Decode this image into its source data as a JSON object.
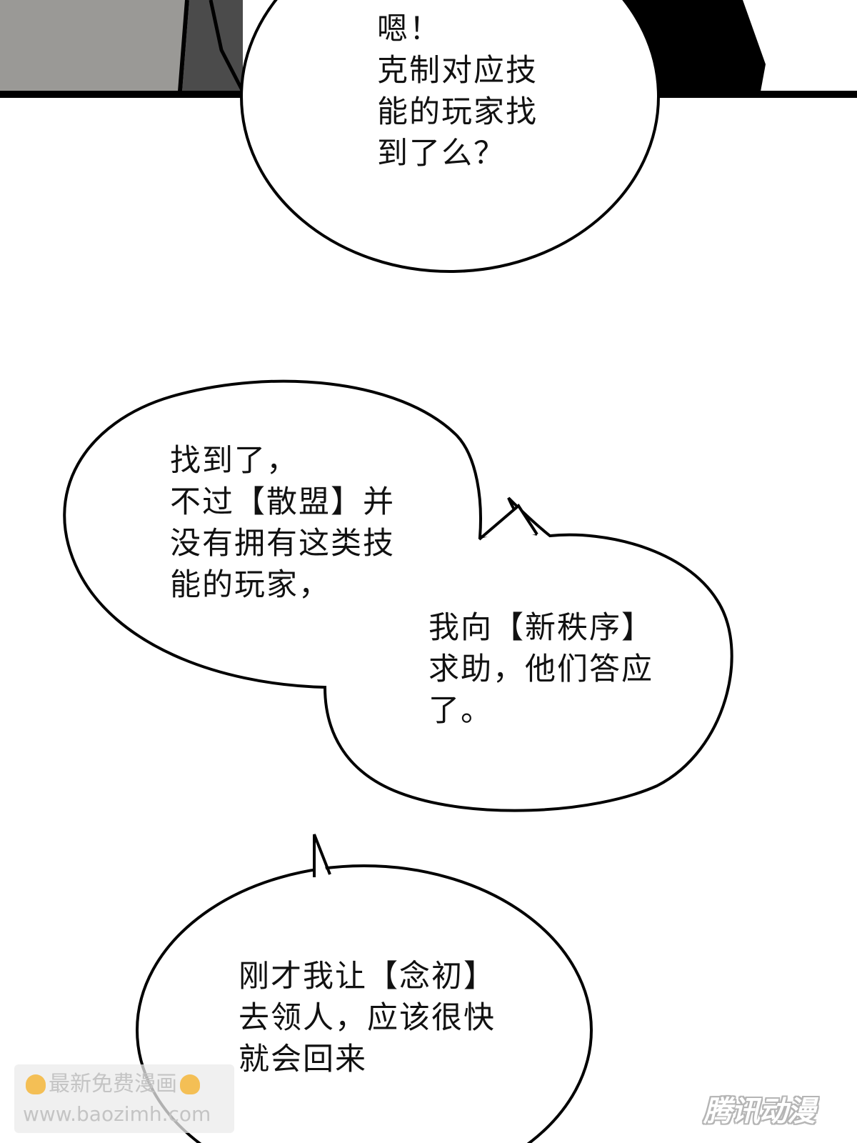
{
  "bubbles": {
    "top": {
      "lines": [
        "嗯！",
        "克制对应技",
        "能的玩家找",
        "到了么？"
      ]
    },
    "middle": {
      "lines_a": [
        "找到了，",
        "不过【散盟】并",
        "没有拥有这类技",
        "能的玩家，"
      ],
      "lines_b": [
        "我向【新秩序】",
        "求助，他们答应",
        "了。"
      ]
    },
    "bottom": {
      "lines": [
        "刚才我让【念初】",
        "去领人，应该很快",
        "就会回来"
      ]
    }
  },
  "watermark": {
    "line1": "最新免费漫画",
    "line2": "www.baozimh.com"
  },
  "logo": {
    "text": "腾讯动漫"
  },
  "colors": {
    "background": "#ffffff",
    "ink": "#111111",
    "panel_gray": "#9a9996",
    "panel_dark": "#4a4a4a",
    "panel_black": "#000000"
  }
}
